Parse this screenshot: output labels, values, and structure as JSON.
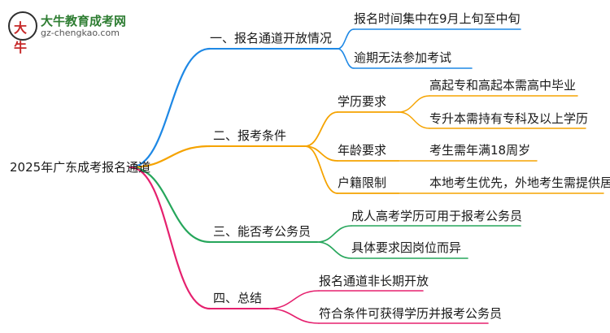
{
  "logo": {
    "title": "大牛教育成考网",
    "url": "gz-chengkao.com",
    "glyph": "大牛"
  },
  "root": "2025年广东成考报名通道",
  "branches": [
    {
      "label": "一、报名通道开放情况",
      "color": "#1e88e5",
      "children": [
        {
          "label": "报名时间集中在9月上旬至中旬"
        },
        {
          "label": "逾期无法参加考试"
        }
      ]
    },
    {
      "label": "二、报考条件",
      "color": "#f5a300",
      "children": [
        {
          "label": "学历要求",
          "children": [
            {
              "label": "高起专和高起本需高中毕业"
            },
            {
              "label": "专升本需持有专科及以上学历"
            }
          ]
        },
        {
          "label": "年龄要求",
          "children": [
            {
              "label": "考生需年满18周岁"
            }
          ]
        },
        {
          "label": "户籍限制",
          "children": [
            {
              "label": "本地考生优先，外地考生需提供居住证"
            }
          ]
        }
      ]
    },
    {
      "label": "三、能否考公务员",
      "color": "#26a65b",
      "children": [
        {
          "label": "成人高考学历可用于报考公务员"
        },
        {
          "label": "具体要求因岗位而异"
        }
      ]
    },
    {
      "label": "四、总结",
      "color": "#e5206e",
      "children": [
        {
          "label": "报名通道非长期开放"
        },
        {
          "label": "符合条件可获得学历并报考公务员"
        }
      ]
    }
  ]
}
